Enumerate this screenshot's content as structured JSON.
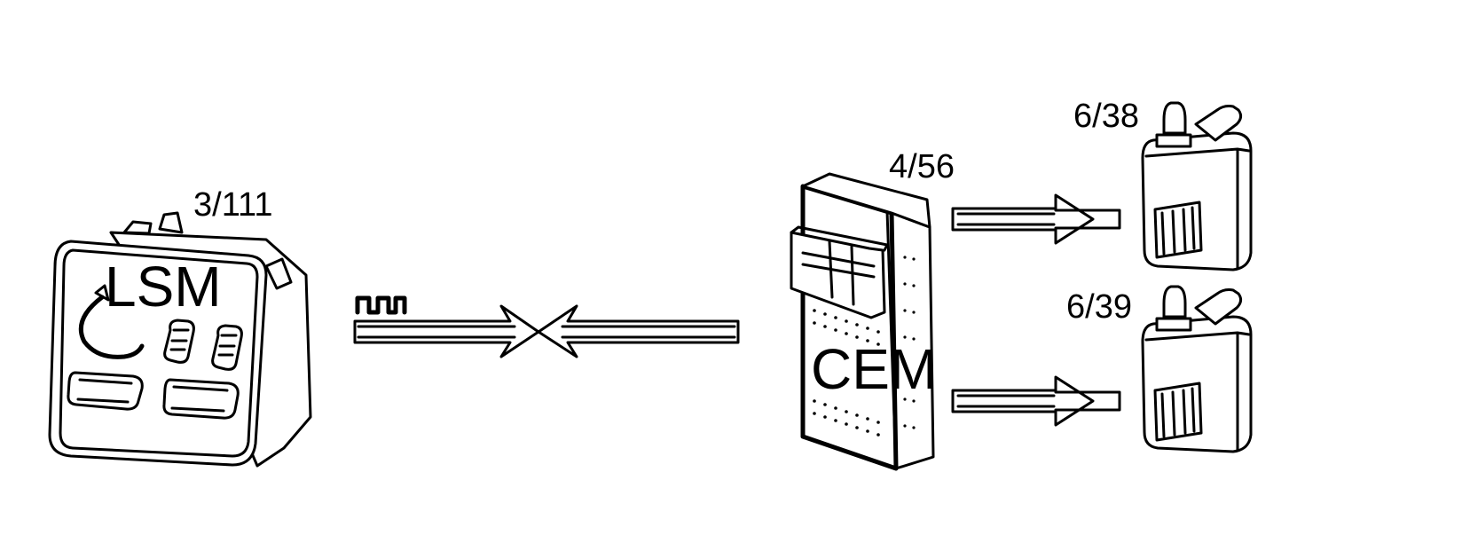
{
  "components": {
    "lsm": {
      "ref": "3/111",
      "label": "LSM"
    },
    "cem": {
      "ref": "4/56",
      "label": "CEM"
    },
    "bulb_top": {
      "ref": "6/38"
    },
    "bulb_bottom": {
      "ref": "6/39"
    }
  },
  "colors": {
    "line": "#000000",
    "background": "#ffffff"
  },
  "icons": {
    "signal": "pulse-train-icon",
    "bus": "bidirectional-arrow",
    "outputs": "right-arrow"
  }
}
